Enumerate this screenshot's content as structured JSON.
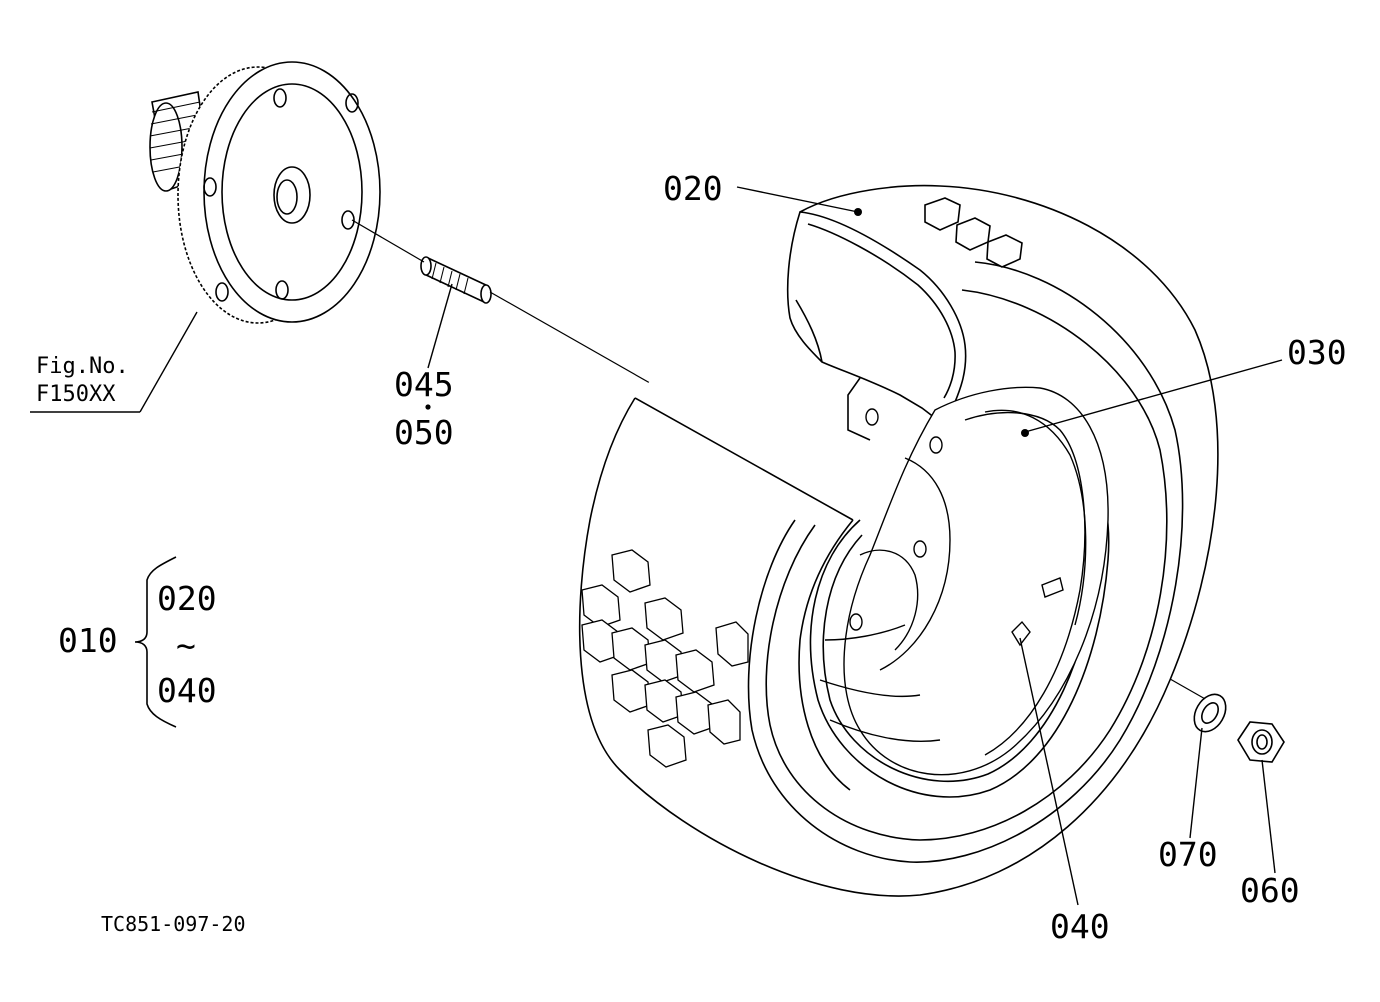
{
  "labels": {
    "part_020": "020",
    "part_030": "030",
    "part_045": "045",
    "part_050": "050",
    "part_040": "040",
    "part_070": "070",
    "part_060": "060",
    "assembly_010": "010",
    "range_start": "020",
    "range_symbol": "~",
    "range_end": "040",
    "fig_no_caption": "Fig.No.",
    "fig_no_value": "F150XX",
    "drawing_code": "TC851-097-20"
  },
  "icons": {
    "hub": "wheel-hub-flange-icon",
    "tire": "tire-icon",
    "rim": "wheel-rim-icon",
    "stud": "stud-bolt-icon",
    "washer": "lock-washer-icon",
    "nut": "hex-nut-icon"
  },
  "colors": {
    "line": "#000000",
    "background": "#ffffff"
  }
}
